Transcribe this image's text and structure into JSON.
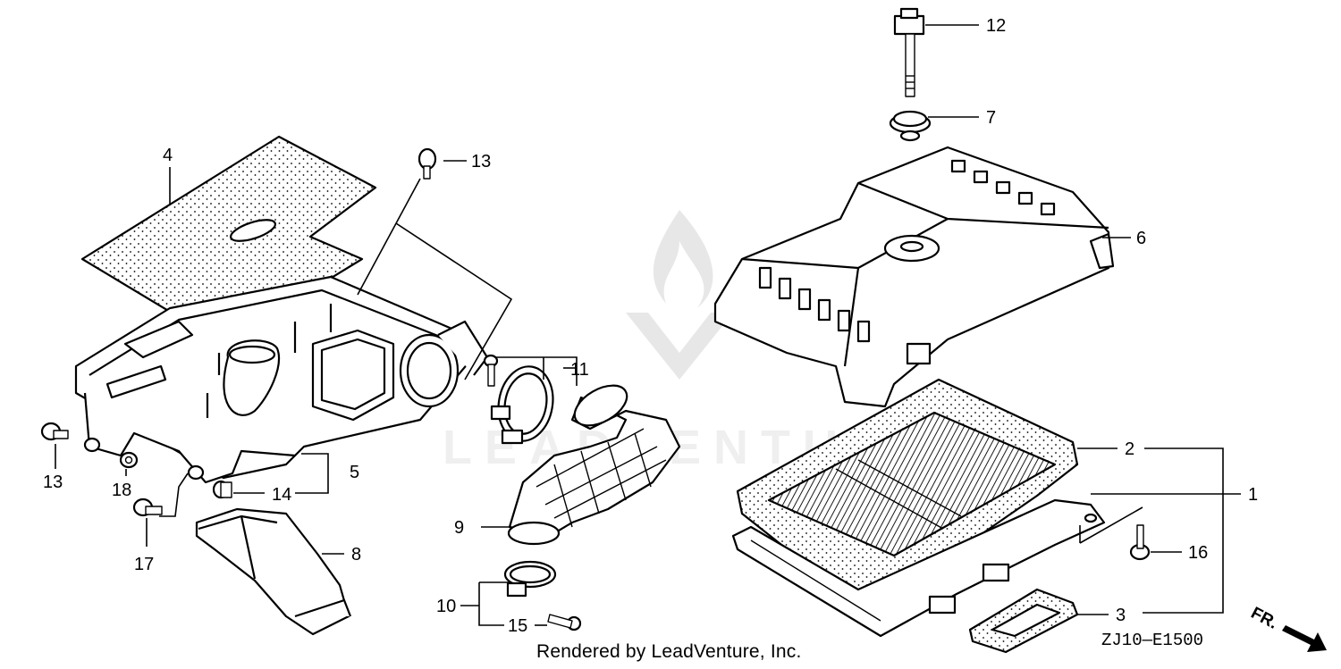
{
  "diagram": {
    "callouts": [
      {
        "id": "c1",
        "label": "1"
      },
      {
        "id": "c2",
        "label": "2"
      },
      {
        "id": "c3",
        "label": "3"
      },
      {
        "id": "c4",
        "label": "4"
      },
      {
        "id": "c5",
        "label": "5"
      },
      {
        "id": "c6",
        "label": "6"
      },
      {
        "id": "c7",
        "label": "7"
      },
      {
        "id": "c8",
        "label": "8"
      },
      {
        "id": "c9",
        "label": "9"
      },
      {
        "id": "c10",
        "label": "10"
      },
      {
        "id": "c11",
        "label": "11"
      },
      {
        "id": "c12",
        "label": "12"
      },
      {
        "id": "c13a",
        "label": "13"
      },
      {
        "id": "c13b",
        "label": "13"
      },
      {
        "id": "c14",
        "label": "14"
      },
      {
        "id": "c15",
        "label": "15"
      },
      {
        "id": "c16",
        "label": "16"
      },
      {
        "id": "c17",
        "label": "17"
      },
      {
        "id": "c18",
        "label": "18"
      }
    ],
    "direction_label": "FR.",
    "drawing_code": "ZJ10—E1500",
    "credit": "Rendered by LeadVenture, Inc.",
    "watermark_text": "LEADVENTURE"
  }
}
